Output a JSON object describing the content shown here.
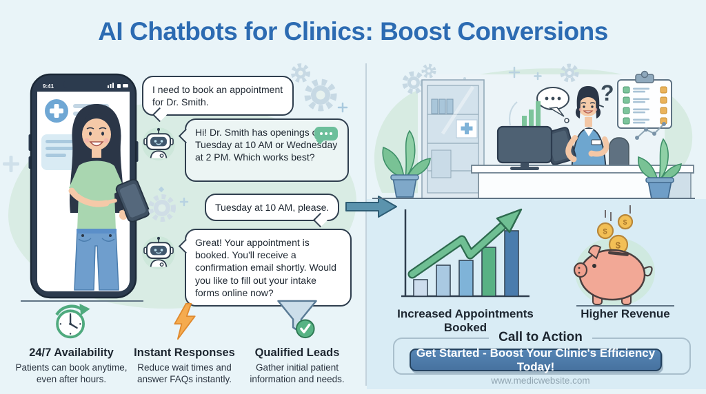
{
  "title": "AI Chatbots for Clinics: Boost Conversions",
  "phone": {
    "status_time": "9:41"
  },
  "chat": {
    "messages": [
      {
        "from": "patient",
        "text": "I need to book an appointment for Dr. Smith."
      },
      {
        "from": "bot",
        "text": "Hi! Dr. Smith has openings on Tuesday at 10 AM or Wednesday at 2 PM. Which works best?"
      },
      {
        "from": "patient",
        "text": "Tuesday at 10 AM, please."
      },
      {
        "from": "bot",
        "text": "Great! Your appointment is booked. You'll receive a confirmation email shortly. Would you like to fill out your intake forms online now?"
      }
    ]
  },
  "features": [
    {
      "icon": "clock-24-7-icon",
      "title": "24/7 Availability",
      "description": "Patients can book anytime, even after hours."
    },
    {
      "icon": "lightning-icon",
      "title": "Instant Responses",
      "description": "Reduce wait times and answer FAQs instantly."
    },
    {
      "icon": "funnel-check-icon",
      "title": "Qualified Leads",
      "description": "Gather initial patient information and needs."
    }
  ],
  "benefits": {
    "appointments_label": "Increased Appointments Booked",
    "revenue_label": "Higher Revenue"
  },
  "cta": {
    "heading": "Call to Action",
    "button_label": "Get Started - Boost Your Clinic's Efficiency Today!",
    "website": "www.medicwebsite.com"
  },
  "decor": {
    "question_mark": "?",
    "coin_symbol": "$"
  },
  "colors": {
    "title_blue": "#2c6bb2",
    "mint": "#d9ece4",
    "panel_blue": "#d9ecf5",
    "button_blue": "#4d7fb2",
    "accent_green": "#6fbf93",
    "bar_colors": [
      "#cddded",
      "#a9c9e2",
      "#7fb3d8",
      "#58b184",
      "#4a7cad"
    ]
  }
}
